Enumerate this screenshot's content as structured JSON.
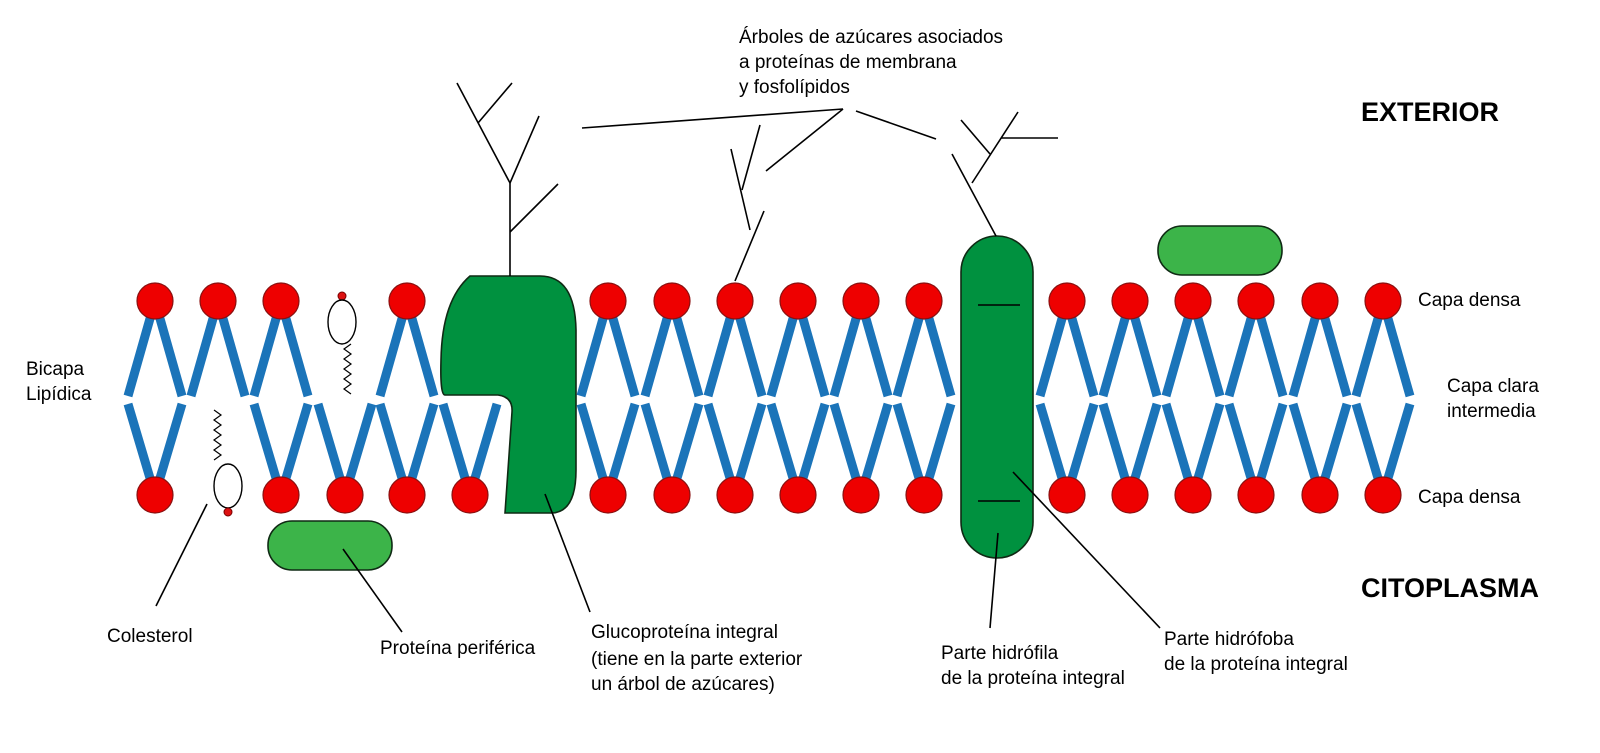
{
  "labels": {
    "sugar_trees": [
      "Árboles de azúcares asociados",
      "a proteínas de membrana",
      "y fosfolípidos"
    ],
    "exterior": "EXTERIOR",
    "citoplasma": "CITOPLASMA",
    "bilayer": [
      "Bicapa",
      "Lipídica"
    ],
    "dense_top": "Capa densa",
    "clear_middle": [
      "Capa clara",
      "intermedia"
    ],
    "dense_bottom": "Capa densa",
    "cholesterol": "Colesterol",
    "peripheral_protein": "Proteína periférica",
    "glycoprotein": [
      "Glucoproteína integral",
      "(tiene en la parte exterior",
      "un árbol de azúcares)"
    ],
    "hydrophilic": [
      "Parte hidrófila",
      "de la proteína integral"
    ],
    "hydrophobic": [
      "Parte hidrófoba",
      "de la proteína integral"
    ]
  },
  "colors": {
    "phospholipid_head": "#ee0000",
    "phospholipid_tail": "#1b74b9",
    "integral_protein": "#00913f",
    "peripheral_protein": "#3cb449",
    "cholesterol_head": "#dd1111"
  },
  "icons": {
    "phospholipid": "red-head-blue-tails",
    "cholesterol": "oval-with-zigzag-tail",
    "sugar_tree": "branching-lines"
  }
}
